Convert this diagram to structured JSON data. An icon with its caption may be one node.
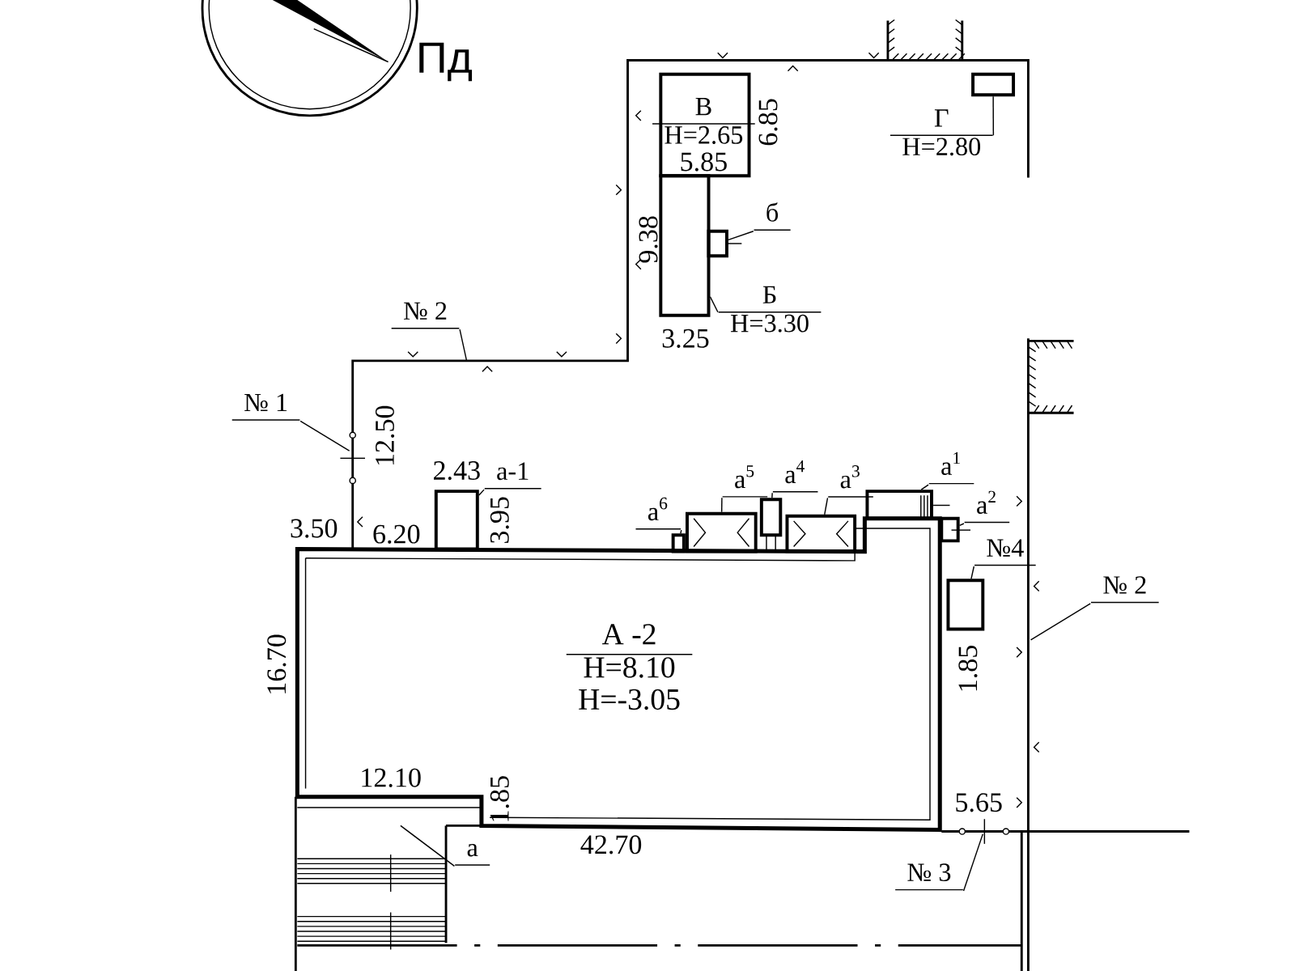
{
  "diagram": {
    "nodes": [
      {
        "text": [
          "В",
          "Н=2.65"
        ]
      },
      {
        "text": [],
        "shape": "box"
      },
      {
        "text": [
          "Б",
          "Н=3.30"
        ]
      },
      {
        "text": [],
        "shape": "box"
      },
      {
        "text": [
          "б"
        ]
      },
      {
        "text": [],
        "shape": "box"
      },
      {
        "text": [
          "Г",
          "Н=2.80"
        ]
      },
      {
        "text": [
          "А -2",
          "Н=8.10",
          "Н=-3.05"
        ]
      },
      {
        "text": [],
        "shape": "box"
      },
      {
        "text": [
          "а-1"
        ]
      },
      {
        "text": [],
        "shape": "box"
      },
      {
        "text": [
          "а$^{6}$"
        ]
      },
      {
        "text": [],
        "shape": "box"
      },
      {
        "text": [
          "а$^{5}$"
        ]
      },
      {
        "text": [],
        "shape": "box"
      },
      {
        "text": [
          "а$^{4}$"
        ]
      },
      {
        "text": [],
        "shape": "box"
      },
      {
        "text": [
          "а$^{3}$"
        ]
      },
      {
        "text": [],
        "shape": "box"
      },
      {
        "text": [
          "а$^{1}$"
        ]
      },
      {
        "text": [],
        "shape": "box"
      },
      {
        "text": [
          "а$^{2}$"
        ]
      },
      {
        "text": [],
        "shape": "box"
      },
      {
        "text": [
          "№4"
        ]
      },
      {
        "text": [
          "а"
        ]
      },
      {
        "text": [
          "№ 1"
        ]
      },
      {
        "text": [
          "№ 2"
        ]
      },
      {
        "text": [
          "№ 2"
        ]
      },
      {
        "text": [
          "№ 3"
        ]
      }
    ],
    "edges": [
      {
        "from": 2,
        "to": 1,
        "arrow": "none"
      },
      {
        "from": 4,
        "to": 3,
        "arrow": "none"
      },
      {
        "from": 6,
        "to": 5,
        "arrow": "none"
      },
      {
        "from": 9,
        "to": 8,
        "arrow": "none"
      },
      {
        "from": 11,
        "to": 10,
        "arrow": "none"
      },
      {
        "from": 13,
        "to": 12,
        "arrow": "none"
      },
      {
        "from": 15,
        "to": 14,
        "arrow": "none"
      },
      {
        "from": 17,
        "to": 16,
        "arrow": "none"
      },
      {
        "from": 19,
        "to": 18,
        "arrow": "none"
      },
      {
        "from": 21,
        "to": 20,
        "arrow": "none"
      },
      {
        "from": 23,
        "to": 22,
        "arrow": "none"
      },
      {
        "from": 24,
        "to": null,
        "arrow": "none"
      },
      {
        "from": 25,
        "to": null,
        "arrow": "none"
      },
      {
        "from": 26,
        "to": null,
        "arrow": "none"
      },
      {
        "from": 27,
        "to": null,
        "arrow": "none"
      },
      {
        "from": 28,
        "to": null,
        "arrow": "none"
      }
    ],
    "labels": [
      "Пд",
      "6.85",
      "5.85",
      "9.38",
      "3.25",
      "12.50",
      "2.43",
      "3.95",
      "3.50",
      "6.20",
      "16.70",
      "1.85",
      "12.10",
      "1.85",
      "5.65",
      "42.70"
    ]
  }
}
